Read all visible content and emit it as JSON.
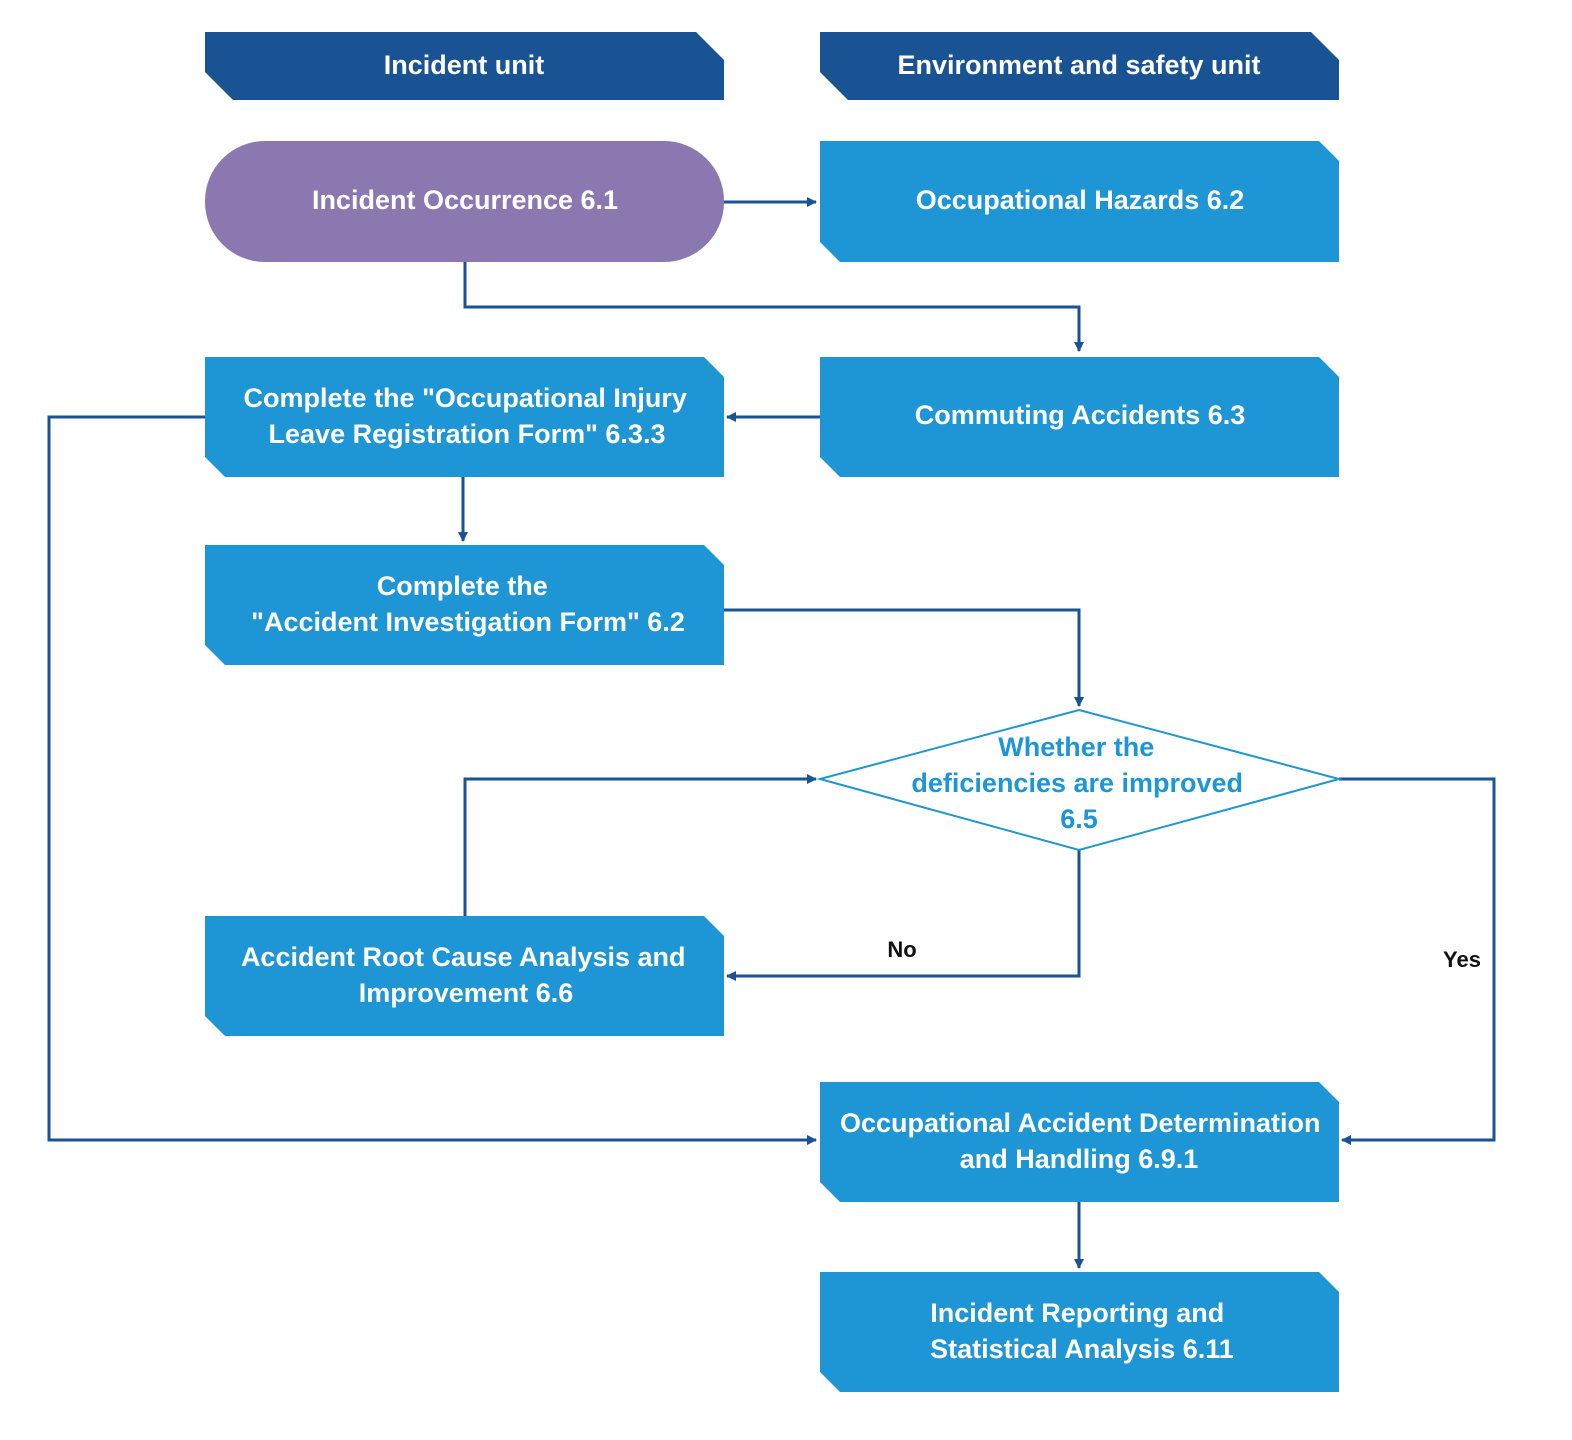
{
  "colors": {
    "header_fill": "#1a5394",
    "process_fill": "#1e96d5",
    "start_fill": "#8b78b0",
    "decision_stroke": "#1e96d5",
    "decision_text": "#1e96d5",
    "edge": "#1a5394",
    "label_text": "#111111"
  },
  "lanes": {
    "incident_unit": "Incident unit",
    "environment_safety_unit": "Environment and safety unit"
  },
  "nodes": {
    "incident_occurrence": [
      "Incident Occurrence 6.1"
    ],
    "occupational_hazards": [
      "Occupational Hazards 6.2"
    ],
    "commuting_accidents": [
      "Commuting Accidents 6.3"
    ],
    "injury_leave_form": [
      "Complete the \"Occupational Injury",
      "Leave Registration Form\" 6.3.3"
    ],
    "investigation_form": [
      "Complete the",
      "\"Accident Investigation Form\" 6.2"
    ],
    "deficiencies_decision": [
      "Whether the",
      "deficiencies are improved",
      "6.5"
    ],
    "root_cause_analysis": [
      "Accident Root Cause Analysis and",
      "Improvement 6.6"
    ],
    "accident_determination": [
      "Occupational Accident Determination",
      "and Handling 6.9.1"
    ],
    "incident_reporting": [
      "Incident Reporting and",
      "Statistical Analysis 6.11"
    ]
  },
  "edge_labels": {
    "no": "No",
    "yes": "Yes"
  }
}
